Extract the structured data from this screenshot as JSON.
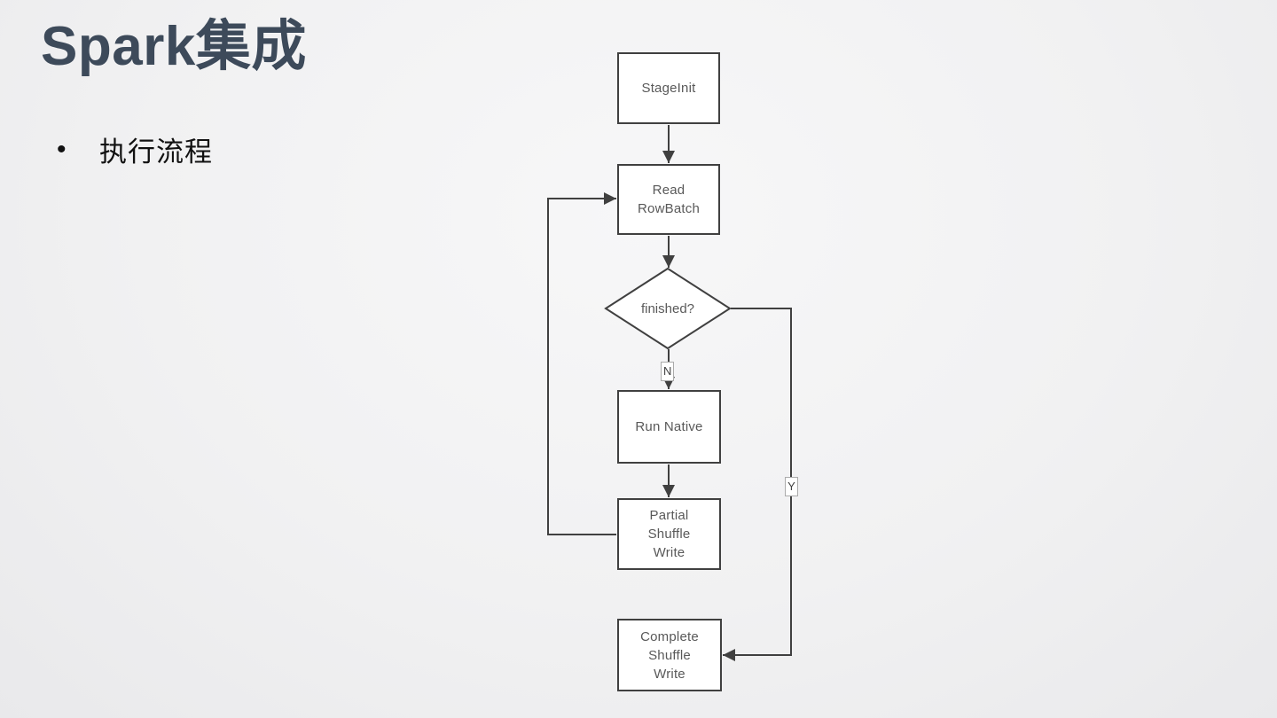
{
  "slide": {
    "title": "Spark集成",
    "bullet": {
      "marker": "•",
      "label": "执行流程"
    }
  },
  "flowchart": {
    "nodes": {
      "stage_init": {
        "lines": [
          "StageInit"
        ]
      },
      "read_rowbatch": {
        "lines": [
          "Read",
          "RowBatch"
        ]
      },
      "finished_decision": {
        "label": "finished?"
      },
      "run_native": {
        "lines": [
          "Run Native"
        ]
      },
      "partial_shuffle_write": {
        "lines": [
          "Partial",
          "Shuffle",
          "Write"
        ]
      },
      "complete_shuffle_write": {
        "lines": [
          "Complete",
          "Shuffle",
          "Write"
        ]
      }
    },
    "branch_labels": {
      "no": "N",
      "yes": "Y"
    },
    "colors": {
      "title_text": "#3d4a5a",
      "node_fill": "#ffffff",
      "node_border": "#404040",
      "node_text": "#595959",
      "connector": "#404040"
    }
  }
}
